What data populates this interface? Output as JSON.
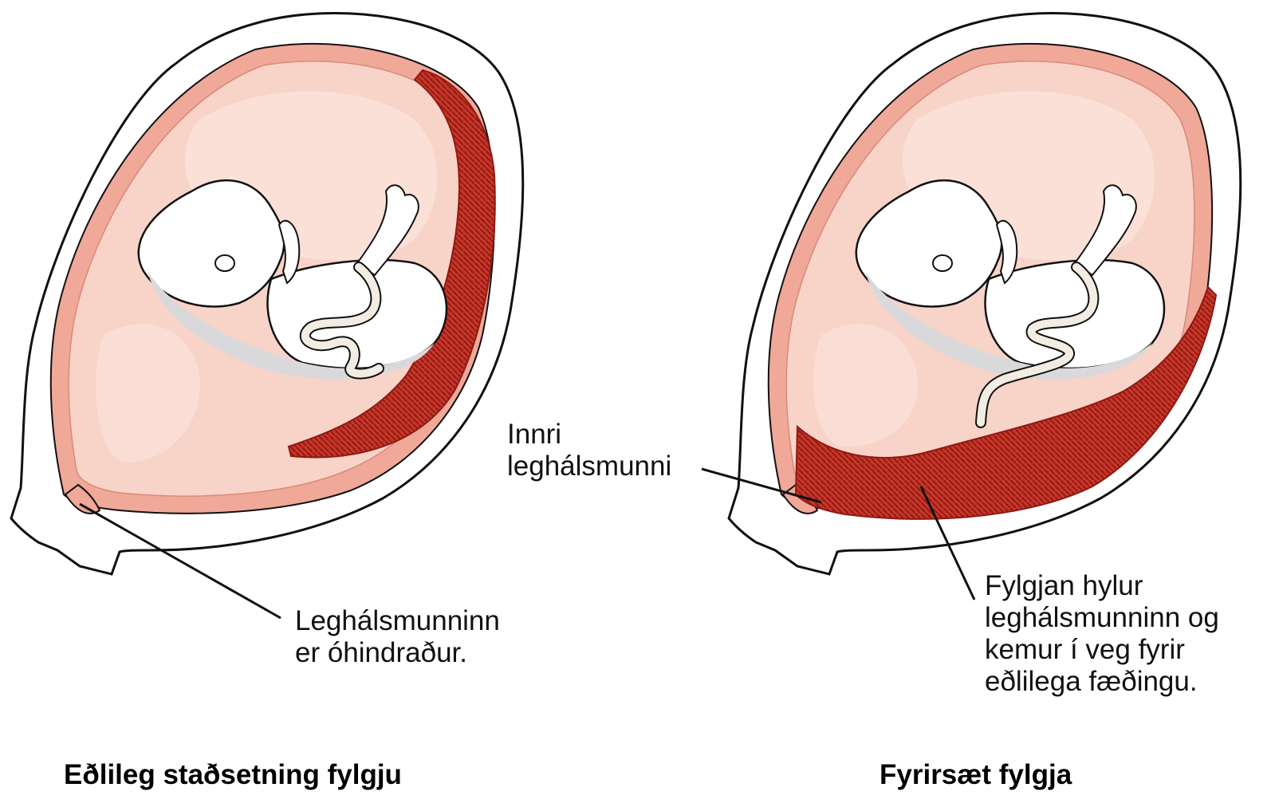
{
  "panels": {
    "left": {
      "caption": "Eðlileg staðsetning fylgju",
      "label_lines": [
        "Leghálsmunninn",
        "er óhindraður."
      ]
    },
    "right": {
      "caption": "Fyrirsæt fylgja",
      "cervix_label_lines": [
        "Innri",
        "leghálsmunni"
      ],
      "placenta_label_lines": [
        "Fylgjan hylur",
        "leghálsmunninn og",
        "kemur í veg fyrir",
        "eðlilega fæðingu."
      ]
    }
  },
  "colors": {
    "outline": "#111111",
    "uterus_wall": "#f0a899",
    "amniotic_fluid": "#f8d3c8",
    "fluid_highlight": "#fbe3dc",
    "placenta": "#c8362a",
    "placenta_dark": "#8e1a12",
    "fetus_skin": "#ffffff",
    "fetus_shadow": "#d9d9dc",
    "umbilical_cord": "#f3ece2"
  }
}
